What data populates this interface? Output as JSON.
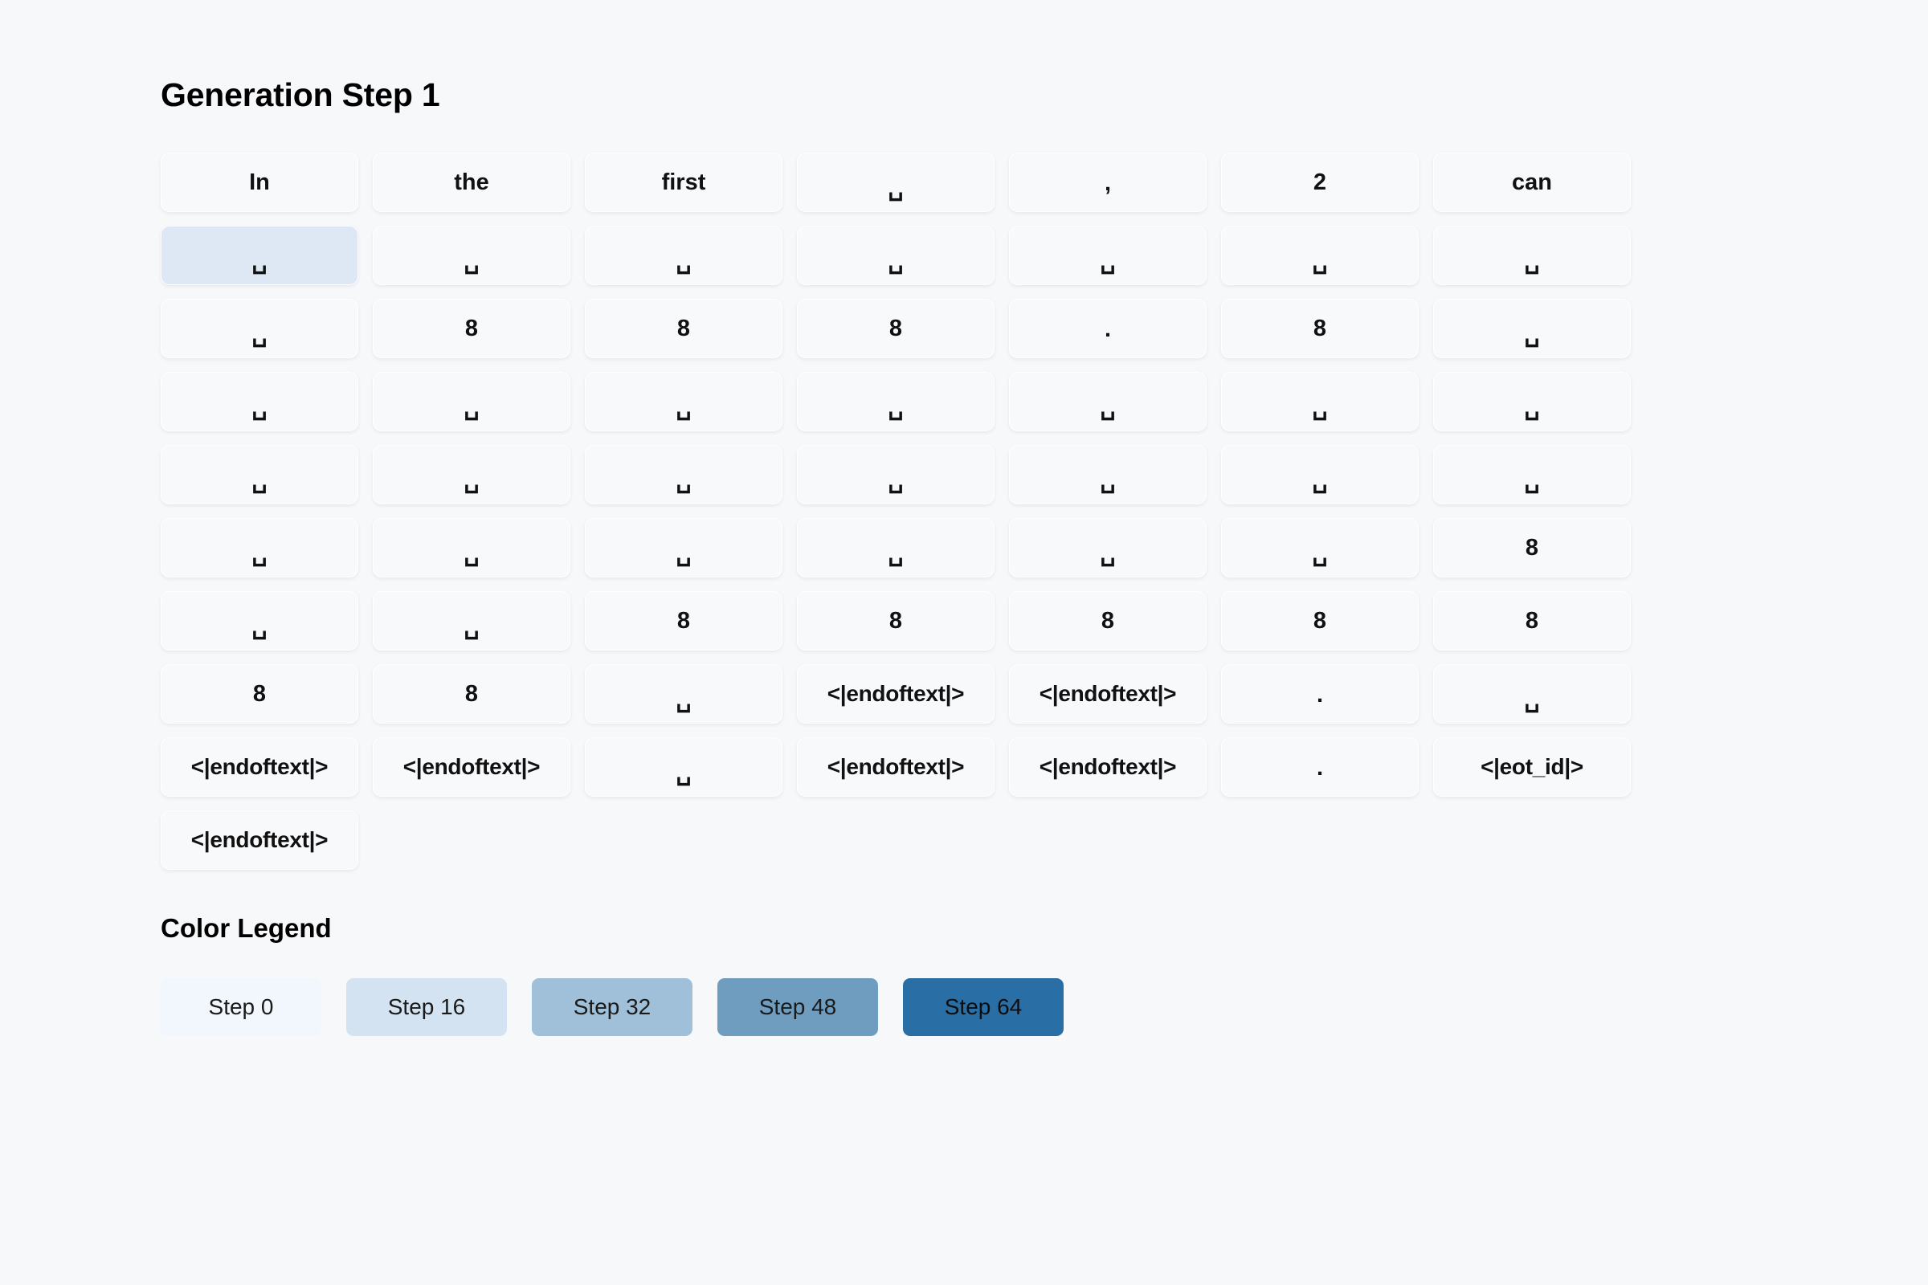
{
  "header": {
    "title": "Generation Step 1"
  },
  "grid": {
    "columns": 7,
    "mask_glyph": "␣",
    "rows": [
      [
        {
          "text": "In",
          "kind": "word",
          "highlighted": false
        },
        {
          "text": "the",
          "kind": "word",
          "highlighted": false
        },
        {
          "text": "first",
          "kind": "word",
          "highlighted": false
        },
        {
          "text": "␣",
          "kind": "mask",
          "highlighted": false
        },
        {
          "text": ",",
          "kind": "punct",
          "highlighted": false
        },
        {
          "text": "2",
          "kind": "word",
          "highlighted": false
        },
        {
          "text": "can",
          "kind": "word",
          "highlighted": false
        }
      ],
      [
        {
          "text": "␣",
          "kind": "mask",
          "highlighted": true
        },
        {
          "text": "␣",
          "kind": "mask",
          "highlighted": false
        },
        {
          "text": "␣",
          "kind": "mask",
          "highlighted": false
        },
        {
          "text": "␣",
          "kind": "mask",
          "highlighted": false
        },
        {
          "text": "␣",
          "kind": "mask",
          "highlighted": false
        },
        {
          "text": "␣",
          "kind": "mask",
          "highlighted": false
        },
        {
          "text": "␣",
          "kind": "mask",
          "highlighted": false
        }
      ],
      [
        {
          "text": "␣",
          "kind": "mask",
          "highlighted": false
        },
        {
          "text": "8",
          "kind": "word",
          "highlighted": false
        },
        {
          "text": "8",
          "kind": "word",
          "highlighted": false
        },
        {
          "text": "8",
          "kind": "word",
          "highlighted": false
        },
        {
          "text": ".",
          "kind": "punct",
          "highlighted": false
        },
        {
          "text": "8",
          "kind": "word",
          "highlighted": false
        },
        {
          "text": "␣",
          "kind": "mask",
          "highlighted": false
        }
      ],
      [
        {
          "text": "␣",
          "kind": "mask",
          "highlighted": false
        },
        {
          "text": "␣",
          "kind": "mask",
          "highlighted": false
        },
        {
          "text": "␣",
          "kind": "mask",
          "highlighted": false
        },
        {
          "text": "␣",
          "kind": "mask",
          "highlighted": false
        },
        {
          "text": "␣",
          "kind": "mask",
          "highlighted": false
        },
        {
          "text": "␣",
          "kind": "mask",
          "highlighted": false
        },
        {
          "text": "␣",
          "kind": "mask",
          "highlighted": false
        }
      ],
      [
        {
          "text": "␣",
          "kind": "mask",
          "highlighted": false
        },
        {
          "text": "␣",
          "kind": "mask",
          "highlighted": false
        },
        {
          "text": "␣",
          "kind": "mask",
          "highlighted": false
        },
        {
          "text": "␣",
          "kind": "mask",
          "highlighted": false
        },
        {
          "text": "␣",
          "kind": "mask",
          "highlighted": false
        },
        {
          "text": "␣",
          "kind": "mask",
          "highlighted": false
        },
        {
          "text": "␣",
          "kind": "mask",
          "highlighted": false
        }
      ],
      [
        {
          "text": "␣",
          "kind": "mask",
          "highlighted": false
        },
        {
          "text": "␣",
          "kind": "mask",
          "highlighted": false
        },
        {
          "text": "␣",
          "kind": "mask",
          "highlighted": false
        },
        {
          "text": "␣",
          "kind": "mask",
          "highlighted": false
        },
        {
          "text": "␣",
          "kind": "mask",
          "highlighted": false
        },
        {
          "text": "␣",
          "kind": "mask",
          "highlighted": false
        },
        {
          "text": "8",
          "kind": "word",
          "highlighted": false
        }
      ],
      [
        {
          "text": "␣",
          "kind": "mask",
          "highlighted": false
        },
        {
          "text": "␣",
          "kind": "mask",
          "highlighted": false
        },
        {
          "text": "8",
          "kind": "word",
          "highlighted": false
        },
        {
          "text": "8",
          "kind": "word",
          "highlighted": false
        },
        {
          "text": "8",
          "kind": "word",
          "highlighted": false
        },
        {
          "text": "8",
          "kind": "word",
          "highlighted": false
        },
        {
          "text": "8",
          "kind": "word",
          "highlighted": false
        }
      ],
      [
        {
          "text": "8",
          "kind": "word",
          "highlighted": false
        },
        {
          "text": "8",
          "kind": "word",
          "highlighted": false
        },
        {
          "text": "␣",
          "kind": "mask",
          "highlighted": false
        },
        {
          "text": "<|endoftext|>",
          "kind": "special",
          "highlighted": false
        },
        {
          "text": "<|endoftext|>",
          "kind": "special",
          "highlighted": false
        },
        {
          "text": ".",
          "kind": "punct",
          "highlighted": false
        },
        {
          "text": "␣",
          "kind": "mask",
          "highlighted": false
        }
      ],
      [
        {
          "text": "<|endoftext|>",
          "kind": "special",
          "highlighted": false
        },
        {
          "text": "<|endoftext|>",
          "kind": "special",
          "highlighted": false
        },
        {
          "text": "␣",
          "kind": "mask",
          "highlighted": false
        },
        {
          "text": "<|endoftext|>",
          "kind": "special",
          "highlighted": false
        },
        {
          "text": "<|endoftext|>",
          "kind": "special",
          "highlighted": false
        },
        {
          "text": ".",
          "kind": "punct",
          "highlighted": false
        },
        {
          "text": "<|eot_id|>",
          "kind": "special",
          "highlighted": false
        }
      ],
      [
        {
          "text": "<|endoftext|>",
          "kind": "special",
          "highlighted": false
        }
      ]
    ]
  },
  "legend": {
    "title": "Color Legend",
    "items": [
      {
        "label": "Step 0",
        "color": "#f1f7fd"
      },
      {
        "label": "Step 16",
        "color": "#d3e3f1"
      },
      {
        "label": "Step 32",
        "color": "#9fc0d8"
      },
      {
        "label": "Step 48",
        "color": "#6e9dc0"
      },
      {
        "label": "Step 64",
        "color": "#2a6ea6"
      }
    ]
  },
  "colors": {
    "page_background": "#f7f8fa",
    "cell_background": "#f8f9fb",
    "cell_highlight": "#dde8f4",
    "text": "#111111"
  }
}
